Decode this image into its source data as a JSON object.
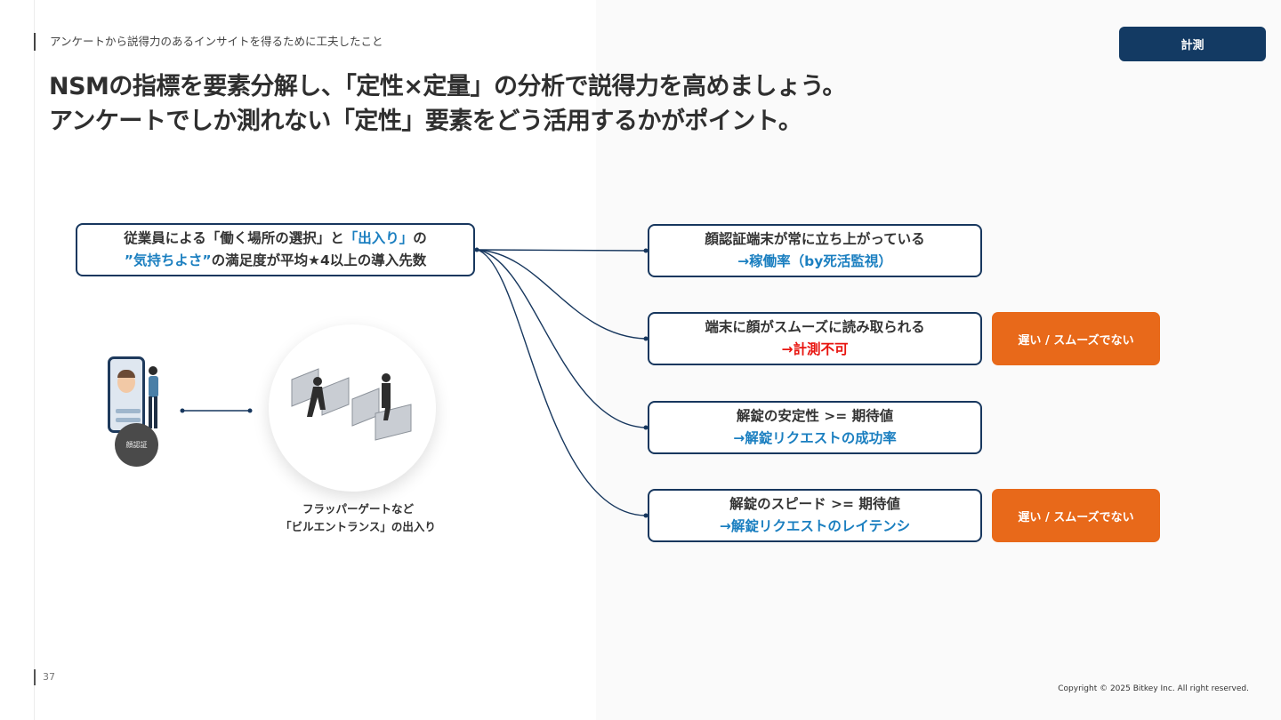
{
  "header": {
    "breadcrumb": "アンケートから説得力のあるインサイトを得るために工夫したこと",
    "tag_button": "計測",
    "title_line1": "NSMの指標を要素分解し、「定性×定量」の分析で説得力を高めましょう。",
    "title_line2": "アンケートでしか測れない「定性」要素をどう活用するかがポイント。"
  },
  "source": {
    "line1_pre": "従業員による「働く場所の選択」と",
    "line1_hl": "「出入り」",
    "line1_post": "の",
    "line2_hl": "”気持ちよさ”",
    "line2_post": "の満足度が平均★4以上の導入先数"
  },
  "metrics": [
    {
      "title": "顔認証端末が常に立ち上がっている",
      "measure": "→稼働率（by死活監視）",
      "measure_color": "blue"
    },
    {
      "title": "端末に顔がスムーズに読み取られる",
      "measure": "→計測不可",
      "measure_color": "red"
    },
    {
      "title": "解錠の安定性 >= 期待値",
      "measure": "→解錠リクエストの成功率",
      "measure_color": "blue"
    },
    {
      "title": "解錠のスピード >= 期待値",
      "measure": "→解錠リクエストのレイテンシ",
      "measure_color": "blue"
    }
  ],
  "callouts": [
    {
      "label": "遅い / スムーズでない"
    },
    {
      "label": "遅い / スムーズでない"
    }
  ],
  "illustration": {
    "badge": "顔認証",
    "caption_line1": "フラッパーゲートなど",
    "caption_line2": "「ビルエントランス」の出入り"
  },
  "footer": {
    "page_number": "37",
    "copyright": "Copyright © 2025 Bitkey Inc. All right reserved."
  },
  "colors": {
    "navy": "#17375e",
    "accent_blue": "#1b7fc0",
    "accent_red": "#e8140f",
    "orange": "#e8691a"
  }
}
